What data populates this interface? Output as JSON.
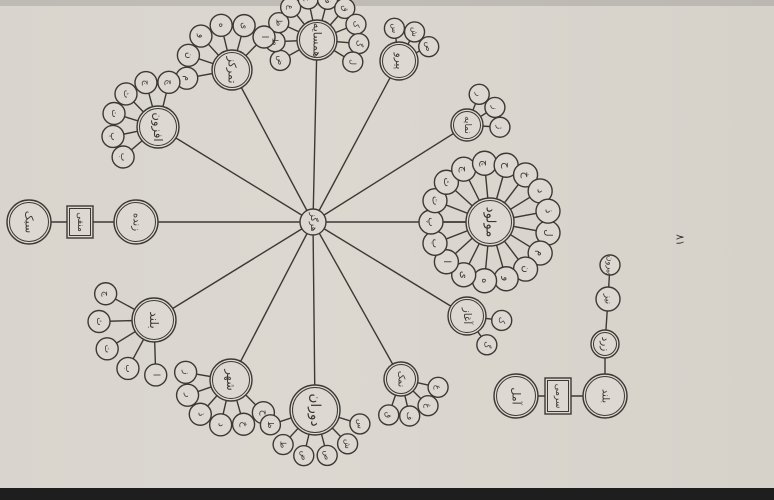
{
  "page": {
    "number": "۸۱"
  },
  "diagram": {
    "center_label": "هرگز",
    "top_chain": {
      "term": "زنده",
      "connector": "منفی",
      "result": "سبک"
    },
    "bottom_chain": {
      "term": "بلند",
      "connector": "سرمی",
      "result": "آمل"
    },
    "bottom_side_chain": [
      "زرد",
      "نیز",
      "بیرون"
    ],
    "hubs": [
      {
        "label": "بلند",
        "leaves": [
          "ا",
          "ب",
          "ت",
          "ث",
          "ج"
        ]
      },
      {
        "label": "شهر",
        "leaves": [
          "ح",
          "خ",
          "د",
          "ذ",
          "ر",
          "ز"
        ]
      },
      {
        "label": "دوران",
        "leaves": [
          "س",
          "ش",
          "ص",
          "ض",
          "ط",
          "ظ"
        ]
      },
      {
        "label": "نمک",
        "leaves": [
          "ع",
          "غ",
          "ف",
          "ق"
        ]
      },
      {
        "label": "آغاز",
        "leaves": [
          "ک",
          "گ"
        ]
      },
      {
        "label": "مولود",
        "leaves": [
          "ل",
          "م",
          "ن",
          "و",
          "ه",
          "ی",
          "ا",
          "ب",
          "پ",
          "ت",
          "ث",
          "ج",
          "چ",
          "ح",
          "خ",
          "د",
          "ذ"
        ]
      },
      {
        "label": "نمایه",
        "leaves": [
          "ر",
          "ز",
          "ژ"
        ]
      },
      {
        "label": "پیرو",
        "leaves": [
          "س",
          "ش",
          "ص"
        ]
      },
      {
        "label": "همسایه",
        "leaves": [
          "ض",
          "ط",
          "ظ",
          "ع",
          "غ",
          "ف",
          "ق",
          "ک",
          "گ",
          "ل"
        ]
      },
      {
        "label": "تمرکز",
        "leaves": [
          "م",
          "ن",
          "و",
          "ه",
          "ی",
          "ا"
        ]
      },
      {
        "label": "افزون",
        "leaves": [
          "ب",
          "پ",
          "ت",
          "ث",
          "ج",
          "چ"
        ]
      }
    ]
  }
}
